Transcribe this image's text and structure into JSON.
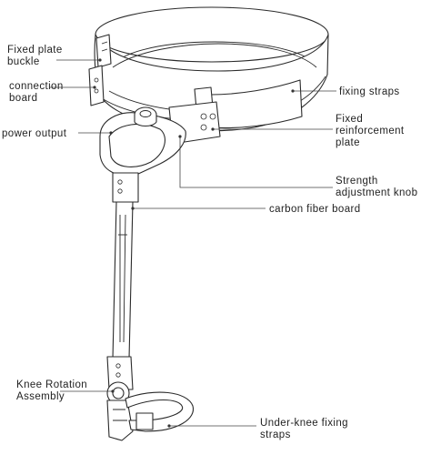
{
  "labels": {
    "fixed_plate_buckle": [
      "Fixed plate",
      "buckle"
    ],
    "connection_board": [
      "connection",
      "board"
    ],
    "power_output": [
      "power output"
    ],
    "fixing_straps": [
      "fixing straps"
    ],
    "fixed_reinforcement_plate": [
      "Fixed",
      "reinforcement",
      "plate"
    ],
    "strength_adjustment_knob": [
      "Strength",
      "adjustment knob"
    ],
    "carbon_fiber_board": [
      "carbon fiber board"
    ],
    "knee_rotation_assembly": [
      "Knee Rotation",
      "Assembly"
    ],
    "under_knee_fixing_straps": [
      "Under-knee fixing",
      "straps"
    ]
  }
}
